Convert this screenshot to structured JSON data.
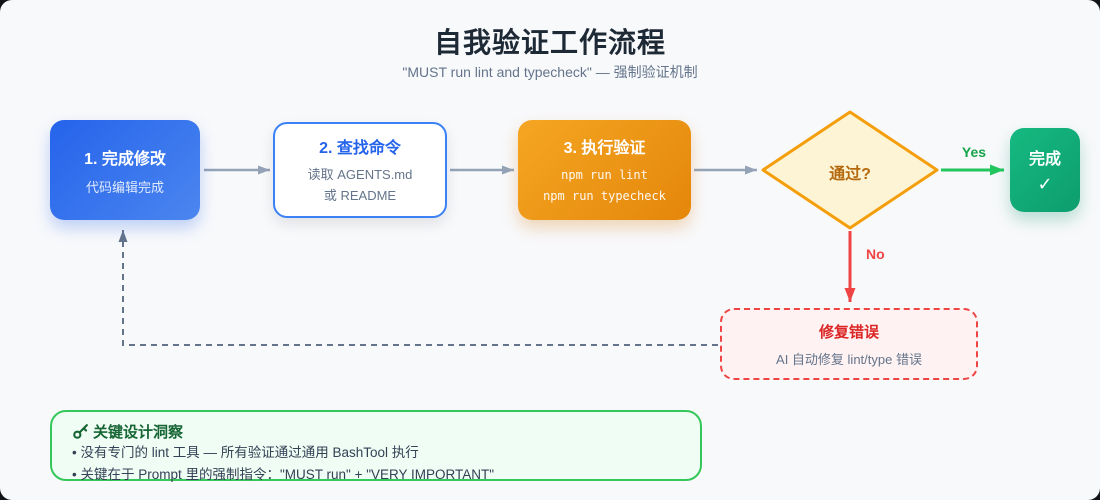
{
  "header": {
    "title": "自我验证工作流程",
    "subtitle": "\"MUST run lint and typecheck\" — 强制验证机制"
  },
  "nodes": {
    "step1": {
      "title": "1. 完成修改",
      "subtitle": "代码编辑完成"
    },
    "step2": {
      "title": "2. 查找命令",
      "line1": "读取 AGENTS.md",
      "line2": "或 README"
    },
    "step3": {
      "title": "3. 执行验证",
      "cmd1": "npm run lint",
      "cmd2": "npm run typecheck"
    },
    "decision": {
      "label": "通过?"
    },
    "done": {
      "title": "完成",
      "check_glyph": "✓"
    },
    "fix": {
      "title": "修复错误",
      "subtitle": "AI 自动修复 lint/type 错误"
    }
  },
  "edge_labels": {
    "yes": "Yes",
    "no": "No"
  },
  "insight": {
    "icon": "key-icon",
    "title": "关键设计洞察",
    "bullets": [
      "• 没有专门的 lint 工具 — 所有验证通过通用 BashTool 执行",
      "• 关键在于 Prompt 里的强制指令：\"MUST run\" + \"VERY IMPORTANT\""
    ]
  },
  "colors": {
    "background": "#f8f9fb",
    "step1_blue": "#2563eb",
    "step2_border_blue": "#3b82f6",
    "step3_orange": "#f5a623",
    "diamond_fill": "#fcf4d4",
    "diamond_border": "#f59e0b",
    "done_green": "#10b981",
    "fix_red": "#ef4444",
    "yes_green": "#16a34a",
    "no_red": "#ef4444",
    "arrow_gray": "#94a3b8",
    "loop_dash_gray": "#64748b",
    "insight_border": "#34c759",
    "insight_bg": "#f0fdf4"
  }
}
